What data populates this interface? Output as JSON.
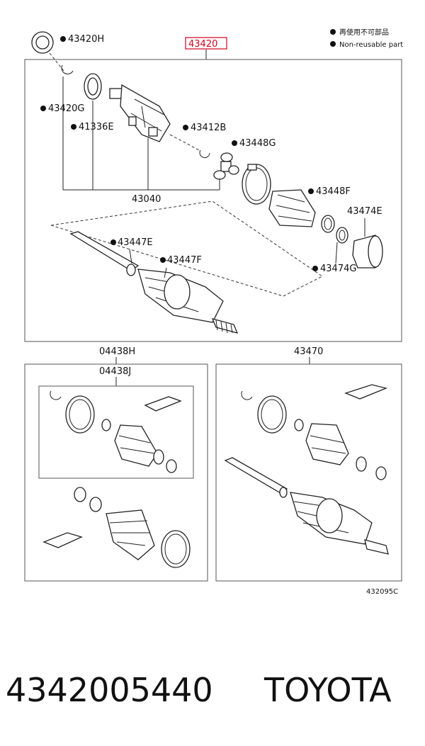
{
  "legend": {
    "line1": "再使用不可部品",
    "line2": "Non-reusable part"
  },
  "labels": {
    "main_assembly": "43420",
    "l_43420H": "43420H",
    "l_43420G": "43420G",
    "l_41336E": "41336E",
    "l_43412B": "43412B",
    "l_43448G": "43448G",
    "l_43040": "43040",
    "l_43448F": "43448F",
    "l_43474E": "43474E",
    "l_43447E": "43447E",
    "l_43447F": "43447F",
    "l_43474G": "43474G",
    "kit_04438H": "04438H",
    "kit_04438J": "04438J",
    "kit_43470": "43470",
    "diagram_code": "432095C"
  },
  "footer": {
    "part_number": "4342005440",
    "brand": "TOYOTA"
  },
  "colors": {
    "highlight": "#d0021b",
    "line": "#222222"
  }
}
